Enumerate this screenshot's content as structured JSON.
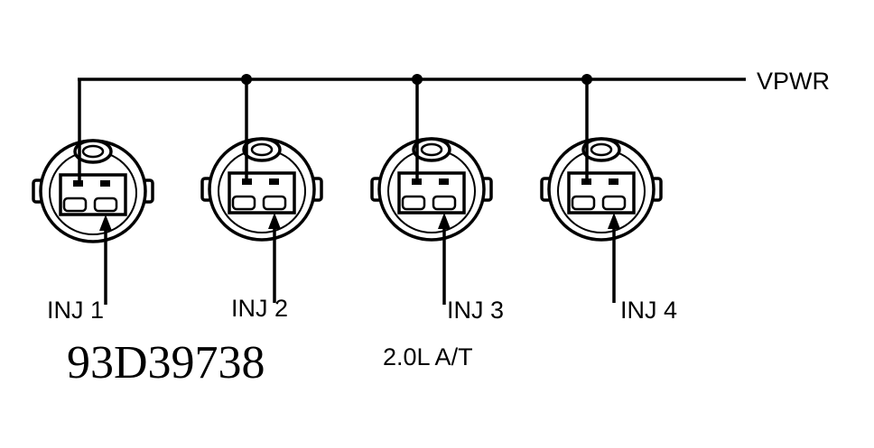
{
  "bus_label": "VPWR",
  "injectors": [
    {
      "label": "INJ 1"
    },
    {
      "label": "INJ 2"
    },
    {
      "label": "INJ 3"
    },
    {
      "label": "INJ 4"
    }
  ],
  "figure_id": "93D39738",
  "config_label": "2.0L A/T"
}
